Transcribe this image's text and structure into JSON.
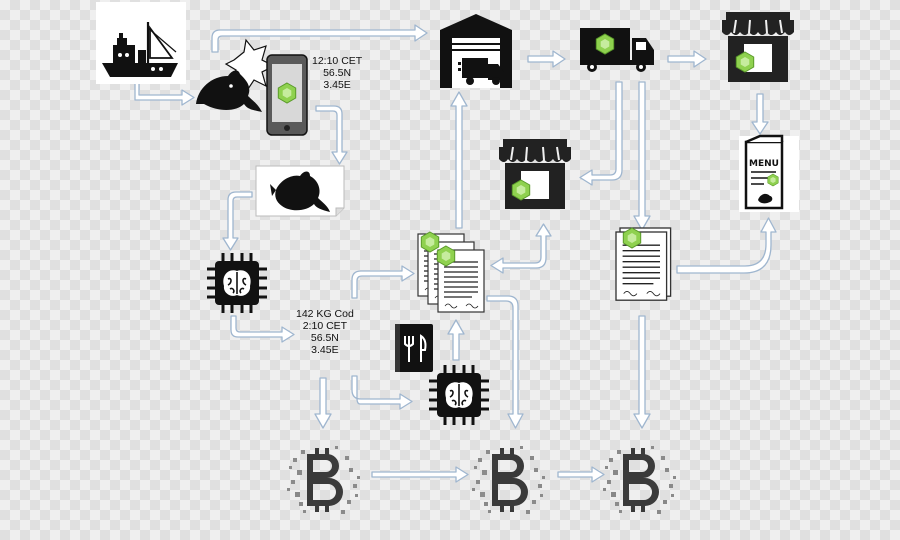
{
  "phone_reading": {
    "time": "12:10 CET",
    "lat": "56.5N",
    "lon": "3.45E"
  },
  "catch_reading": {
    "weight": "142 KG Cod",
    "time": "2:10 CET",
    "lat": "56.5N",
    "lon": "3.45E"
  },
  "menu_text": "MENU",
  "colors": {
    "arrow_fill": "#ffffff",
    "arrow_stroke": "#9fb6cf",
    "badge": "#8fd14f",
    "icon": "#111111"
  }
}
